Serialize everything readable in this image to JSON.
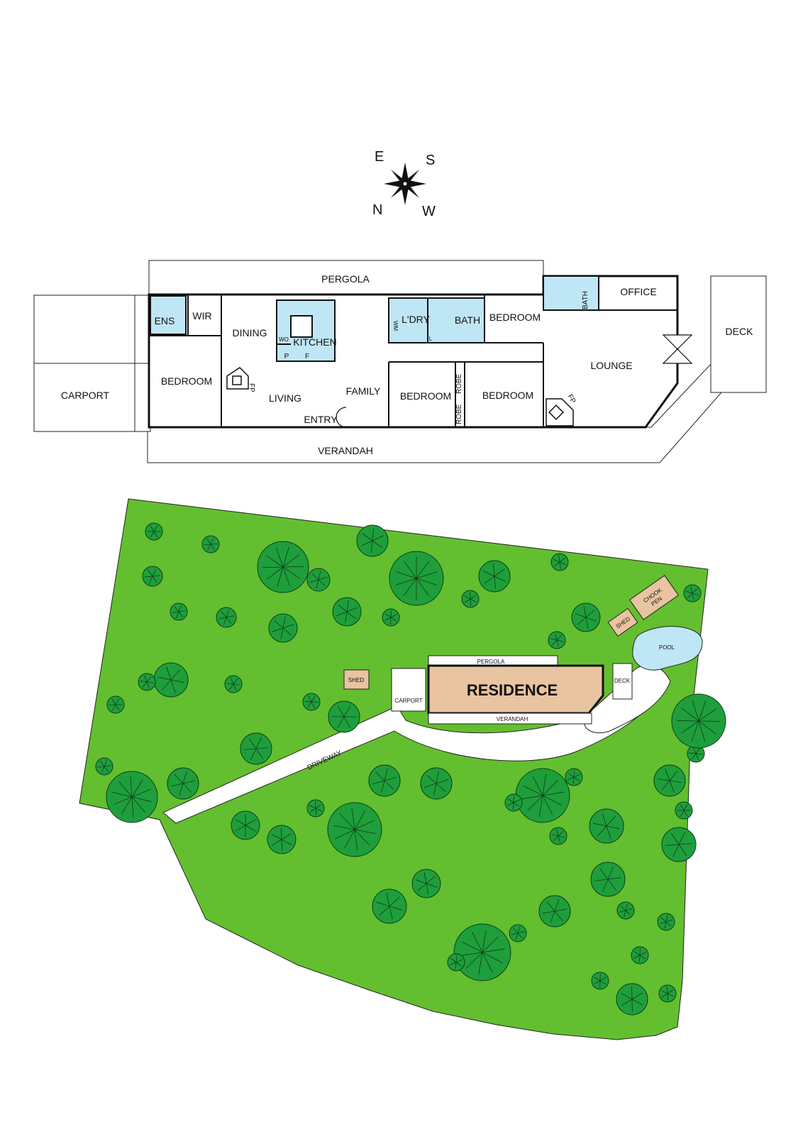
{
  "compass": {
    "e": "E",
    "s": "S",
    "n": "N",
    "w": "W"
  },
  "floor_plan": {
    "pergola": "PERGOLA",
    "verandah": "VERANDAH",
    "carport": "CARPORT",
    "ens": "ENS",
    "wir": "WIR",
    "bedroom_main": "BEDROOM",
    "dining": "DINING",
    "kitchen": "KITCHEN",
    "wo": "WO",
    "pantry": "P",
    "fridge": "F",
    "living": "LIVING",
    "fireplace_west": "FP",
    "entry": "ENTRY",
    "family": "FAMILY",
    "laundry": "L'DRY",
    "washer_mark": "WM",
    "laundry_mark": "L",
    "bath": "BATH",
    "bedroom_2": "BEDROOM",
    "bedroom_3": "BEDROOM",
    "bedroom_4": "BEDROOM",
    "robe_1": "ROBE",
    "robe_2": "ROBE",
    "bath_2": "BATH",
    "office": "OFFICE",
    "lounge": "LOUNGE",
    "fireplace_east": "FP",
    "deck": "DECK"
  },
  "site_plan": {
    "residence": "RESIDENCE",
    "pergola": "PERGOLA",
    "verandah": "VERANDAH",
    "carport": "CARPORT",
    "deck": "DECK",
    "shed_west": "SHED",
    "shed_east": "SHED",
    "chook_pen_line1": "CHOOK",
    "chook_pen_line2": "PEN",
    "pool": "POOL",
    "driveway": "DRIVEWAY"
  },
  "colors": {
    "lawn": "#63bf2f",
    "tree_fill": "#1f9e3c",
    "wet_area": "#bfe6f5",
    "residence": "#e8c4a0",
    "pool": "#bfe6f5"
  }
}
